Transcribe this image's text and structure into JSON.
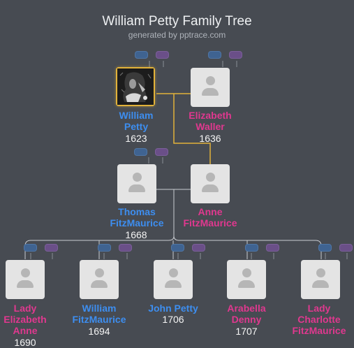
{
  "header": {
    "title": "William Petty Family Tree",
    "subtitle": "generated by pptrace.com"
  },
  "colors": {
    "background": "#474b52",
    "male": "#3d8ef0",
    "female": "#e0388f",
    "highlight": "#e2b23a"
  },
  "people": [
    {
      "id": "william-petty",
      "name": "William\nPetty",
      "year": "1623",
      "gender": "male",
      "photo": true
    },
    {
      "id": "elizabeth-waller",
      "name": "Elizabeth\nWaller",
      "year": "1636",
      "gender": "female",
      "photo": false
    },
    {
      "id": "thomas-fitzmaurice",
      "name": "Thomas\nFitzMaurice",
      "year": "1668",
      "gender": "male",
      "photo": false
    },
    {
      "id": "anne-fitzmaurice",
      "name": "Anne\nFitzMaurice",
      "year": "",
      "gender": "female",
      "photo": false
    },
    {
      "id": "lady-elizabeth-anne",
      "name": "Lady\nElizabeth\nAnne",
      "year": "1690",
      "gender": "female",
      "photo": false
    },
    {
      "id": "william-fitzmaurice",
      "name": "William\nFitzMaurice",
      "year": "1694",
      "gender": "male",
      "photo": false
    },
    {
      "id": "john-petty",
      "name": "John Petty",
      "year": "1706",
      "gender": "male",
      "photo": false
    },
    {
      "id": "arabella-denny",
      "name": "Arabella\nDenny",
      "year": "1707",
      "gender": "female",
      "photo": false
    },
    {
      "id": "lady-charlotte-fitzmaurice",
      "name": "Lady\nCharlotte\nFitzMaurice",
      "year": "",
      "gender": "female",
      "photo": false
    }
  ]
}
